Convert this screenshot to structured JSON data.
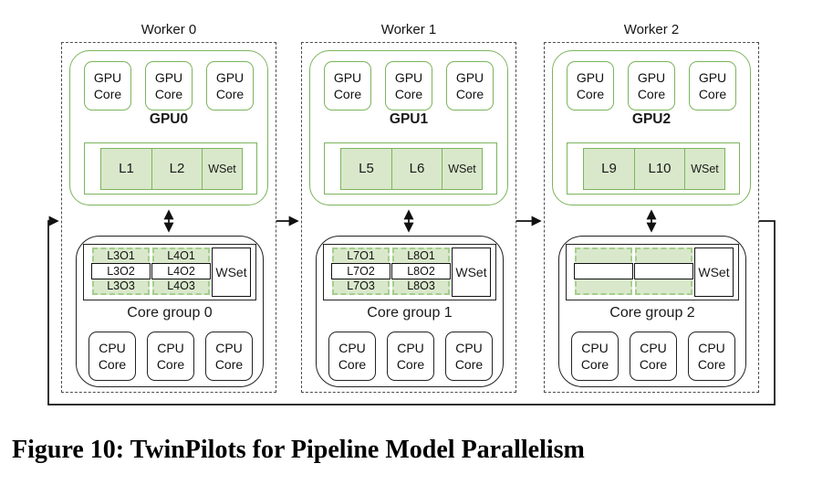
{
  "caption": "Figure 10: TwinPilots for Pipeline Model Parallelism",
  "colors": {
    "green_border": "#7cb45c",
    "green_fill": "#d9e8cb",
    "green_dashed": "#a5ce8d",
    "line_black": "#111111",
    "dash_gray": "#4d4d4d"
  },
  "shared": {
    "gpu_core_line1": "GPU",
    "gpu_core_line2": "Core",
    "cpu_core_line1": "CPU",
    "cpu_core_line2": "Core"
  },
  "workers": [
    {
      "title": "Worker 0",
      "gpu": {
        "label": "GPU0",
        "mem_cells": [
          "L1",
          "L2",
          "WSet"
        ]
      },
      "cpu": {
        "label": "Core group 0",
        "wset": "WSet",
        "mem_grid": [
          [
            "L3O1",
            "L4O1"
          ],
          [
            "L3O2",
            "L4O2"
          ],
          [
            "L3O3",
            "L4O3"
          ]
        ]
      }
    },
    {
      "title": "Worker 1",
      "gpu": {
        "label": "GPU1",
        "mem_cells": [
          "L5",
          "L6",
          "WSet"
        ]
      },
      "cpu": {
        "label": "Core group 1",
        "wset": "WSet",
        "mem_grid": [
          [
            "L7O1",
            "L8O1"
          ],
          [
            "L7O2",
            "L8O2"
          ],
          [
            "L7O3",
            "L8O3"
          ]
        ]
      }
    },
    {
      "title": "Worker 2",
      "gpu": {
        "label": "GPU2",
        "mem_cells": [
          "L9",
          "L10",
          "WSet"
        ]
      },
      "cpu": {
        "label": "Core group 2",
        "wset": "WSet",
        "mem_grid": [
          [
            "",
            ""
          ],
          [
            "",
            ""
          ],
          [
            "",
            ""
          ]
        ]
      }
    }
  ]
}
